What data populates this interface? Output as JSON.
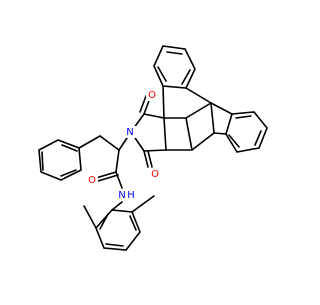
{
  "molecule": {
    "colors": {
      "bond": "#000000",
      "oxygen": "#ff0000",
      "nitrogen": "#0000ff",
      "background": "#ffffff"
    },
    "atom_labels": {
      "o_top": "O",
      "o_bottom": "O",
      "n_imide": "N",
      "nh_amide": "N",
      "h_amide": "H",
      "o_amide": "O"
    }
  }
}
